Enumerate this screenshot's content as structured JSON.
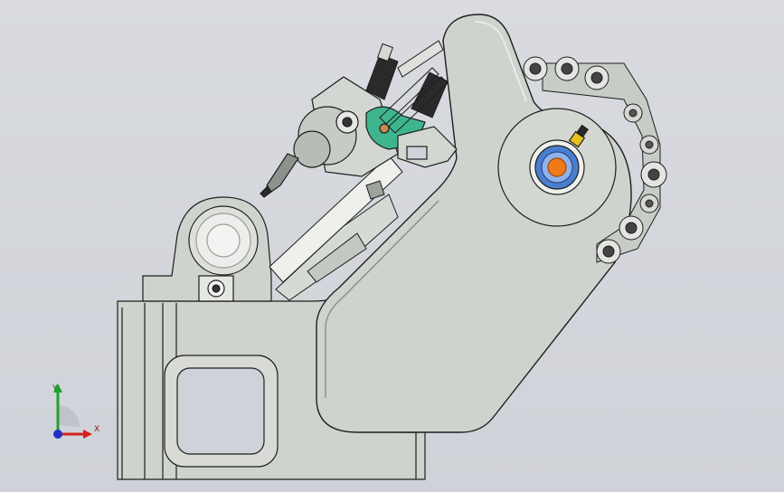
{
  "viewport": {
    "background": "#d3d5db"
  },
  "colors": {
    "body_gray": "#cfd3cd",
    "edge": "#1e1e1e",
    "green": "#3fb58f",
    "spindle_blue": "#4a7fd0",
    "spindle_orange": "#f07a1a",
    "tool_yellow": "#e8c21a",
    "dark_tool": "#2a2a2a"
  },
  "icons": {
    "triad": "coordinate-triad-icon"
  },
  "triad": {
    "y_label": "Y",
    "x_label": "X",
    "y_color": "#1fa32a",
    "x_color": "#d42020",
    "z_color": "#2030c8"
  },
  "tool_magazine": {
    "pocket_count": 9
  }
}
